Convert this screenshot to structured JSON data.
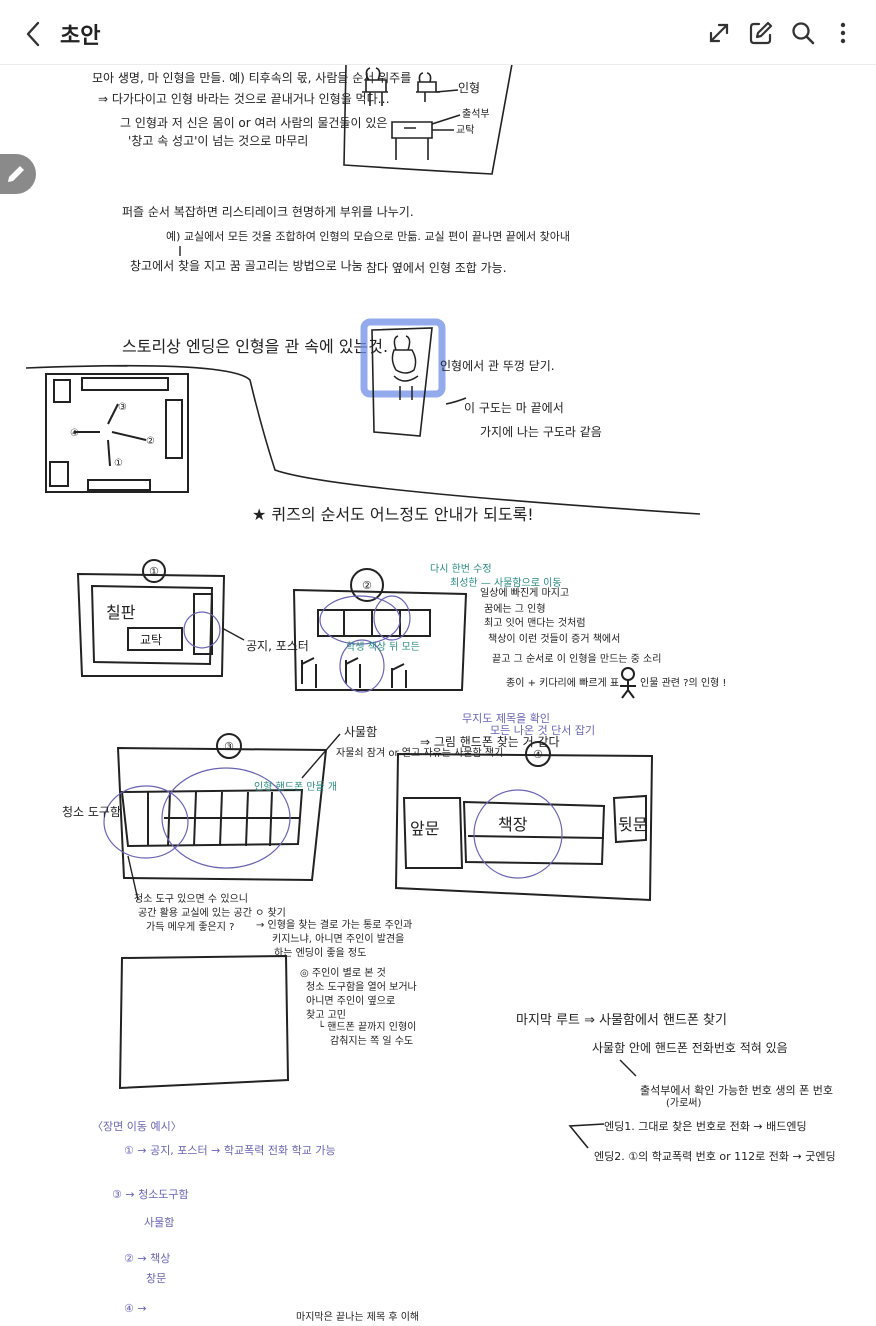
{
  "header": {
    "title": "초안",
    "icons": [
      "back-icon",
      "expand-icon",
      "edit-note-icon",
      "search-icon",
      "more-vert-icon"
    ]
  },
  "sketch_notes": {
    "top": {
      "line1": "모아 생명, 마 인형을 만들. 예) 티후속의 몫, 사람들 순서 위주를",
      "line2": "⇒ 다가다이고 인형 바라는 것으로 끝내거나   인형을 먹다…",
      "line3": "그 인형과 저 신은 몸이 or 여러 사람의 물건들이 있은",
      "line4": "'창고 속 성고'이 넘는 것으로 마무리",
      "rabbit_label": "인형",
      "desk_label1": "출석부",
      "desk_label2": "교탁"
    },
    "puzzle": {
      "line1": "퍼즐 순서 복잡하면 리스티레이크 현명하게 부위를 나누기.",
      "line2": "예) 교실에서 모든 것을 조합하여 인형의 모습으로 만듦. 교실 편이 끝나면 끝에서 찾아내",
      "line3": "창고에서 찾을 지고 꿈 골고리는 방법으로 나눔",
      "line4": "참다 옆에서 인형 조합 가능."
    },
    "ending": {
      "title": "스토리상 엔딩은   인형을 관 속에 있는것.",
      "rabbit_note": "인형에서 관 뚜껑 닫기.",
      "angle_note1": "이 구도는   마 끝에서",
      "angle_note2": "가지에 나는 구도라 같음",
      "num1": "①",
      "num2": "②",
      "num3": "③",
      "num4": "④"
    },
    "quiz": "★ 퀴즈의 순서도 어느정도 안내가 되도록!",
    "scene1": {
      "num": "①",
      "board": "칠판",
      "desk": "교탁",
      "notice": "공지, 포스터"
    },
    "scene2": {
      "num": "②",
      "teal_note1": "다시 한번 수정",
      "teal_note2": "최성한 — 사물함으로 이동",
      "teal_note3": "학생 책상 뒤 모든",
      "notes": [
        "일상에 빠진게 마지고",
        "꿈에는 그 인형",
        "최고 잇어 맨다는 것처럼",
        "책상이 이런 것들이 증거 책에서",
        "끝고 그 순서로 이 인형을 만드는 중 소리",
        "종이 + 키다리에 빠르게 표",
        "인물 관련 ?의 인형 !"
      ]
    },
    "scene3": {
      "num": "③",
      "locker_label": "사물함",
      "locker_note": "자물쇠 잠겨 or 열고 자유는 사물함 책기",
      "arrow_note": "⇒ 그림 핸드폰 찾는 거 같다",
      "purple_note1": "무지도 제목을 확인",
      "purple_note2": "모든 나온 것 단서 잡기",
      "teal_side": "인형 핸드폰 만들 개",
      "mop_label": "청소 도구함",
      "below_note1": "청소 도구 있으면 수 있으니",
      "below_note2": "공간 활용 교실에 있는 공간 ㅇ 찾기",
      "below_note3": "가득 메우게 좋은지 ?"
    },
    "scene4": {
      "num": "④",
      "front_door": "앞문",
      "desk_label": "책장",
      "back_door": "뒷문"
    },
    "middle_notes": {
      "a1": "→ 인형을 찾는 결로 가는 통로 주인과",
      "a2": "키지느냐, 아니면 주인이 발견을",
      "a3": "하는 엔딩이 좋을 정도",
      "b1": "◎ 주인이 별로 본 것",
      "b2": "청소 도구함을 열어 보거나",
      "b3": "아니면 주인이 옆으로",
      "b4": "찾고 고민",
      "c1": "└ 핸드폰 끝까지 인형이",
      "c2": "감춰지는 쪽 일 수도"
    },
    "last_route": {
      "title": "마지막 루트 ⇒ 사물함에서 핸드폰 찾기",
      "line1": "사물함 안에 핸드폰 전화번호 적혀 있음",
      "line2": "출석부에서 확인 가능한 번호 생의 폰 번호",
      "line3": "(가로써)",
      "ending1": "엔딩1. 그대로 찾은 번호로 전화 → 배드엔딩",
      "ending2": "엔딩2. ①의 학교폭력 번호 or 112로 전화 → 굿엔딩"
    },
    "purple_list": {
      "heading": "〈장면 이동 예시〉",
      "i1": "① → 공지, 포스터 → 학교폭력 전화 학교 가능",
      "i3": "③ → 청소도구함",
      "i3b": "사물함",
      "i2": "② → 책상",
      "i2b": "창문",
      "i4": "④ →"
    },
    "bottom_cut": "마지막은 끝나는 제목 후 이해"
  },
  "colors": {
    "ink": "#222222",
    "highlight": "#6f8fe6",
    "teal": "#2a8a82",
    "purple": "#6a64b5",
    "fab": "#8a8a8a"
  }
}
